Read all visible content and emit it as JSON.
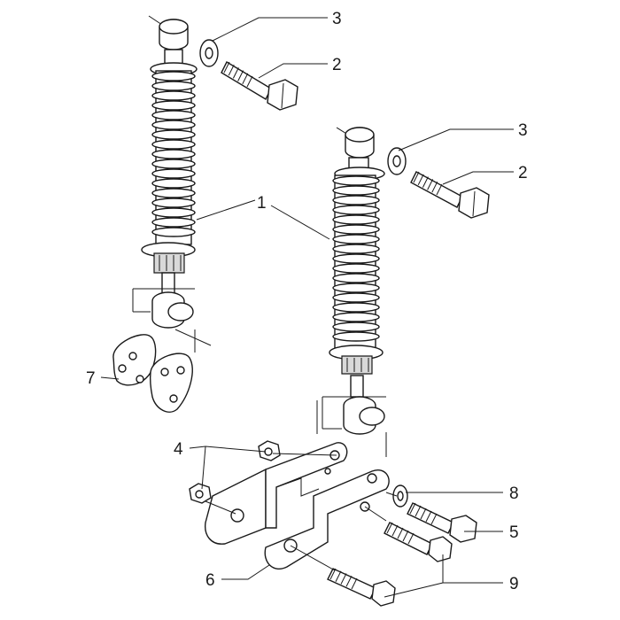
{
  "callouts": [
    {
      "id": "label-3-upper",
      "text": "3"
    },
    {
      "id": "label-2-upper",
      "text": "2"
    },
    {
      "id": "label-1",
      "text": "1"
    },
    {
      "id": "label-3-lower",
      "text": "3"
    },
    {
      "id": "label-2-lower",
      "text": "2"
    },
    {
      "id": "label-7",
      "text": "7"
    },
    {
      "id": "label-4",
      "text": "4"
    },
    {
      "id": "label-8",
      "text": "8"
    },
    {
      "id": "label-5",
      "text": "5"
    },
    {
      "id": "label-6",
      "text": "6"
    },
    {
      "id": "label-9",
      "text": "9"
    }
  ]
}
